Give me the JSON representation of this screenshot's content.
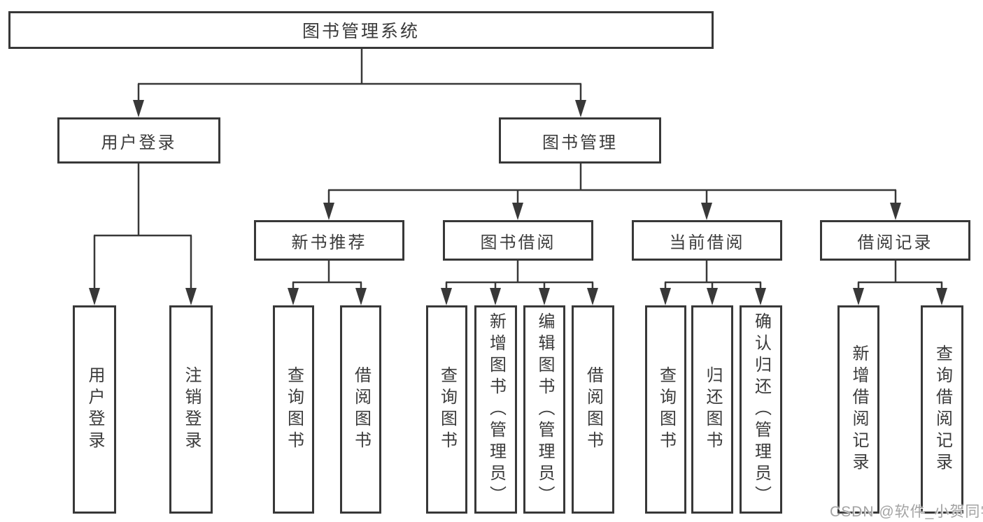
{
  "diagram": {
    "root": {
      "label": "图书管理系统"
    },
    "level2": [
      {
        "label": "用户登录"
      },
      {
        "label": "图书管理"
      }
    ],
    "level3": [
      {
        "label": "新书推荐"
      },
      {
        "label": "图书借阅"
      },
      {
        "label": "当前借阅"
      },
      {
        "label": "借阅记录"
      }
    ],
    "leaves": {
      "login": [
        "用户登录",
        "注销登录"
      ],
      "recommend": [
        "查询图书",
        "借阅图书"
      ],
      "borrow": [
        "查询图书",
        "新增图书（管理员）",
        "编辑图书（管理员）",
        "借阅图书"
      ],
      "current": [
        "查询图书",
        "归还图书",
        "确认归还（管理员）"
      ],
      "records": [
        "新增借阅记录",
        "查询借阅记录"
      ]
    }
  },
  "watermark": {
    "text": "CSDN @软件_小贺同学"
  },
  "colors": {
    "line": "#383838",
    "text": "#3b3b3b",
    "watermark": "#a3a3a3",
    "background": "#ffffff"
  }
}
